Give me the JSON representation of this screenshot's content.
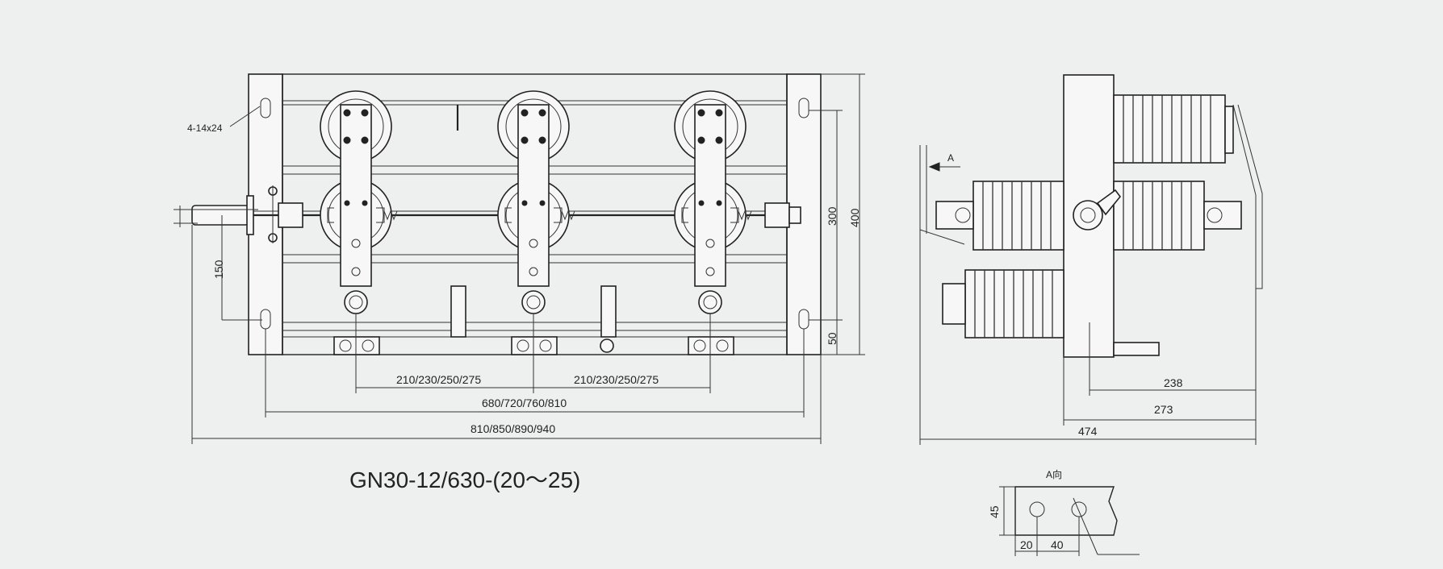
{
  "front_view": {
    "hole_note": "4-14x24",
    "dims": {
      "d150": "150",
      "d300": "300",
      "d400": "400",
      "d50": "50",
      "pitch_left": "210/230/250/275",
      "pitch_right": "210/230/250/275",
      "inner_width": "680/720/760/810",
      "outer_width": "810/850/890/940"
    }
  },
  "model_title": "GN30-12/630-(20～25)",
  "side_view": {
    "arrow_label": "A",
    "dims": {
      "d238": "238",
      "d273": "273",
      "d474": "474"
    }
  },
  "detail_view": {
    "label": "A向",
    "dims": {
      "d45": "45",
      "d20": "20",
      "d40": "40"
    }
  }
}
